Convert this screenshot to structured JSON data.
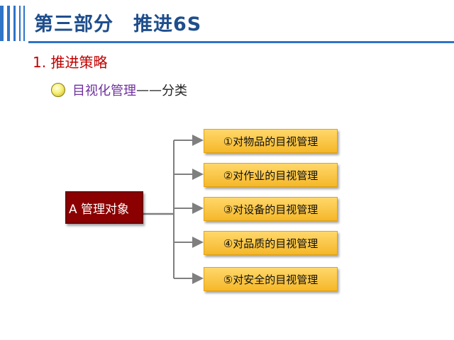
{
  "header": {
    "title": "第三部分　推进6S"
  },
  "section": {
    "subtitle": "1. 推进策略"
  },
  "bullet": {
    "icon": "lightbulb-icon",
    "main_text": "目视化管理",
    "dash": "——",
    "tail_text": "分类"
  },
  "diagram": {
    "source": "A 管理对象",
    "items": [
      "①对物品的目视管理",
      "②对作业的目视管理",
      "③对设备的目视管理",
      "④对品质的目视管理",
      "⑤对安全的目视管理"
    ]
  },
  "colors": {
    "accent_blue": "#2e74c7",
    "title_blue": "#1f4e8c",
    "subtitle_red": "#c00000",
    "bullet_purple": "#7030a0",
    "source_box": "#8b0000",
    "item_box": "#f5b82a",
    "connector": "#7f7f7f"
  }
}
